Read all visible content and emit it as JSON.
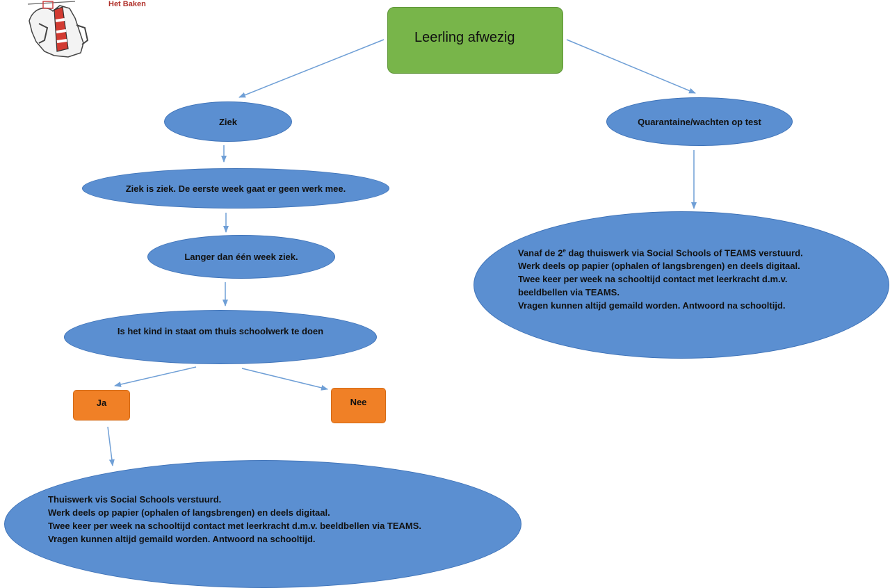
{
  "logo": {
    "text": "Het Baken"
  },
  "colors": {
    "ellipse_fill": "#5b8fd1",
    "start_fill": "#78b54a",
    "choice_fill": "#f08026",
    "connector": "#6f9fd6"
  },
  "nodes": {
    "start": "Leerling afwezig",
    "ziek": "Ziek",
    "quarantaine": "Quarantaine/wachten op test",
    "ziek_is_ziek": "Ziek is ziek. De eerste week gaat er geen werk mee.",
    "langer": "Langer dan één week ziek.",
    "in_staat": "Is het kind in staat om thuis schoolwerk te doen",
    "ja": "Ja",
    "nee": "Nee",
    "quarantaine_info": {
      "line1_prefix": "Vanaf de 2",
      "line1_sup": "e",
      "line1_suffix": " dag thuiswerk via Social Schools of TEAMS verstuurd.",
      "line2": "Werk deels op papier (ophalen of langsbrengen) en deels digitaal.",
      "line3": "Twee keer per week na schooltijd contact met leerkracht d.m.v.",
      "line4": "beeldbellen via TEAMS.",
      "line5": "Vragen kunnen altijd gemaild worden. Antwoord na schooltijd."
    },
    "ja_info": {
      "line1": "Thuiswerk vis Social Schools verstuurd.",
      "line2": "Werk deels op papier (ophalen of langsbrengen) en deels digitaal.",
      "line3": "Twee keer per week na schooltijd contact met leerkracht d.m.v. beeldbellen via TEAMS.",
      "line4": "Vragen kunnen altijd gemaild worden. Antwoord na schooltijd."
    }
  }
}
